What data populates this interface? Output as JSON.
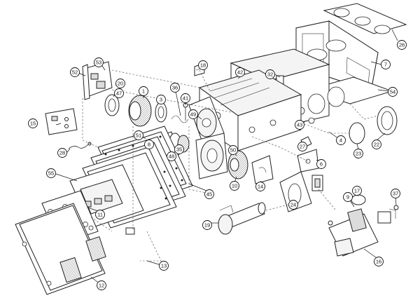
{
  "diagram": {
    "callouts": [
      {
        "id": "c26",
        "label": "26"
      },
      {
        "id": "c7",
        "label": "7"
      },
      {
        "id": "c54",
        "label": "54"
      },
      {
        "id": "c32",
        "label": "32"
      },
      {
        "id": "c42",
        "label": "42"
      },
      {
        "id": "c53",
        "label": "53"
      },
      {
        "id": "c52",
        "label": "52"
      },
      {
        "id": "c18",
        "label": "18"
      },
      {
        "id": "c20",
        "label": "20"
      },
      {
        "id": "c1",
        "label": "1"
      },
      {
        "id": "c47",
        "label": "47"
      },
      {
        "id": "c3",
        "label": "3"
      },
      {
        "id": "c36",
        "label": "36"
      },
      {
        "id": "c41",
        "label": "41"
      },
      {
        "id": "c49",
        "label": "49"
      },
      {
        "id": "c43",
        "label": "43"
      },
      {
        "id": "c4",
        "label": "4"
      },
      {
        "id": "c22",
        "label": "22"
      },
      {
        "id": "c23",
        "label": "23"
      },
      {
        "id": "c27",
        "label": "27"
      },
      {
        "id": "c15",
        "label": "15"
      },
      {
        "id": "c51",
        "label": "51"
      },
      {
        "id": "c8",
        "label": "8"
      },
      {
        "id": "c35",
        "label": "35"
      },
      {
        "id": "c48",
        "label": "48"
      },
      {
        "id": "c50",
        "label": "50"
      },
      {
        "id": "c6",
        "label": "6"
      },
      {
        "id": "c28",
        "label": "28"
      },
      {
        "id": "c55",
        "label": "55"
      },
      {
        "id": "c10",
        "label": "10"
      },
      {
        "id": "c14",
        "label": "14"
      },
      {
        "id": "c45",
        "label": "45"
      },
      {
        "id": "c24",
        "label": "24"
      },
      {
        "id": "c17",
        "label": "17"
      },
      {
        "id": "c9",
        "label": "9"
      },
      {
        "id": "c37",
        "label": "37"
      },
      {
        "id": "c11",
        "label": "11"
      },
      {
        "id": "c19",
        "label": "19"
      },
      {
        "id": "c16",
        "label": "16"
      },
      {
        "id": "c13",
        "label": "13"
      },
      {
        "id": "c12",
        "label": "12"
      }
    ]
  }
}
